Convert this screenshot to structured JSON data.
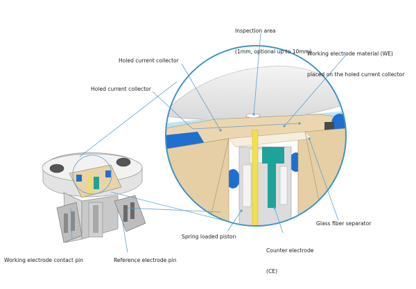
{
  "labels": {
    "inspection_area_line1": "Inspection area",
    "inspection_area_line2": "(1mm, optional up to 10mm)",
    "we_material_line1": "Working electrode material (WE)",
    "we_material_line2": "placed on the holed current collector",
    "holed_collector_top": "Holed current collector",
    "holed_collector_mid": "Holed current collector",
    "glass_fiber_separator": "Glass fiber separator",
    "spring_loaded_piston": "Spring loaded piston",
    "counter_electrode_line1": "Counter electrode",
    "counter_electrode_line2": "(CE)",
    "we_contact_pin": "Working electrode contact pin",
    "reference_pin": "Reference electrode pin"
  },
  "colors": {
    "leader": "#5aa0d0",
    "circle_outline": "#3b93c8",
    "blue_part": "#1f6fd0",
    "tan_part": "#e9d3ad",
    "yellow_part": "#f3e14a",
    "teal_part": "#1ea39b",
    "grey_part": "#cfcfcf",
    "dark_part": "#4a4a4a"
  }
}
